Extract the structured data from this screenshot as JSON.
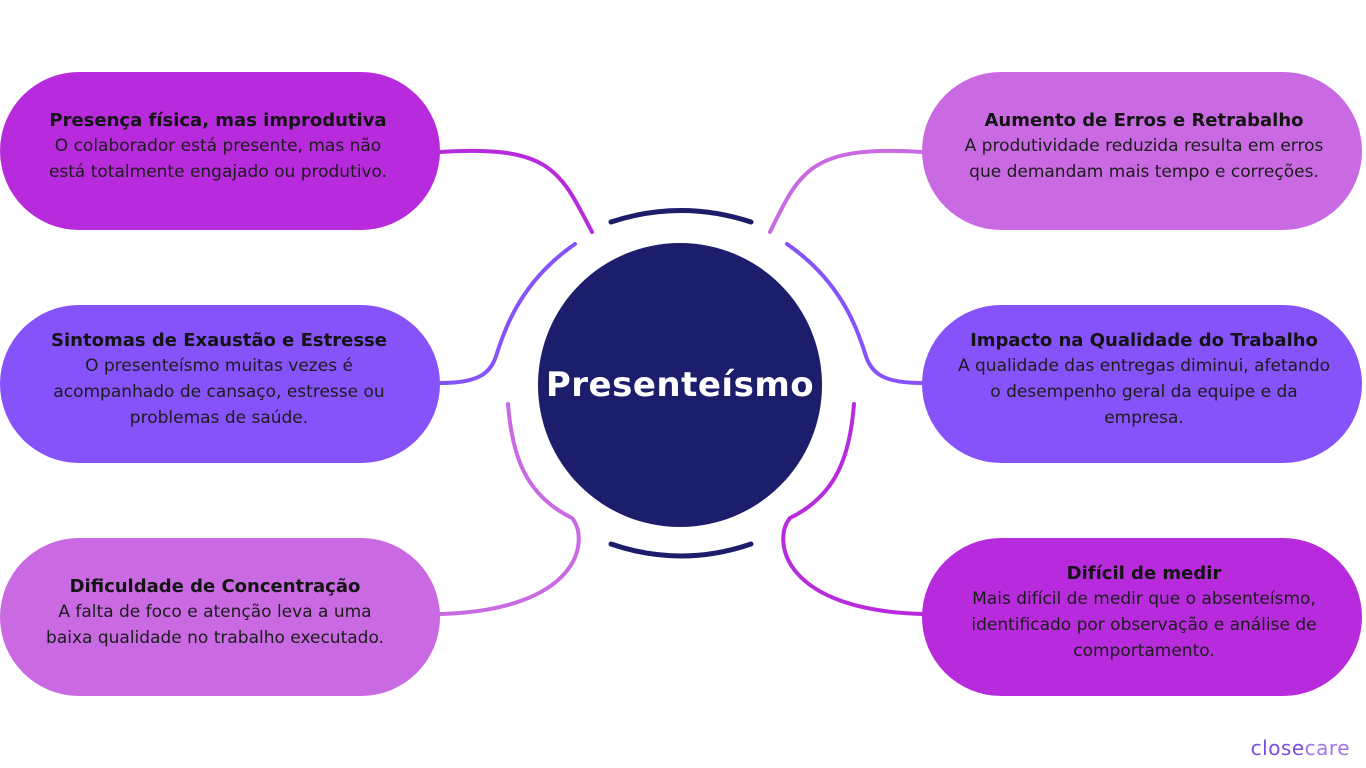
{
  "colors": {
    "center": "#1c1e6b",
    "magenta": "#b72bdd",
    "lilac": "#c96ae3",
    "violet": "#8553f9",
    "brand_dark": "#7a4ee0",
    "brand_light": "#a674ec"
  },
  "center": {
    "label": "Presenteísmo"
  },
  "cards": [
    {
      "title": "Presença física, mas improdutiva",
      "text": "O colaborador está presente, mas não está totalmente engajado ou produtivo.",
      "color": "#b72bdd"
    },
    {
      "title": "Sintomas de Exaustão e Estresse",
      "text": "O presenteísmo muitas vezes é acompanhado de cansaço, estresse ou problemas de saúde.",
      "color": "#8553f9"
    },
    {
      "title": "Dificuldade de Concentração",
      "text": "A falta de foco e atenção leva a uma baixa qualidade no trabalho executado.",
      "color": "#c96ae3"
    },
    {
      "title": "Aumento de Erros e Retrabalho",
      "text": "A produtividade reduzida resulta em erros que demandam mais tempo e correções.",
      "color": "#c96ae3"
    },
    {
      "title": "Impacto na Qualidade do Trabalho",
      "text": "A qualidade das entregas diminui, afetando o desempenho geral da equipe e da empresa.",
      "color": "#8553f9"
    },
    {
      "title": "Difícil de medir",
      "text": "Mais difícil de medir que o absenteísmo, identificado por observação e análise de comportamento.",
      "color": "#b72bdd"
    }
  ],
  "brand": {
    "part1": "close",
    "part2": "care"
  }
}
